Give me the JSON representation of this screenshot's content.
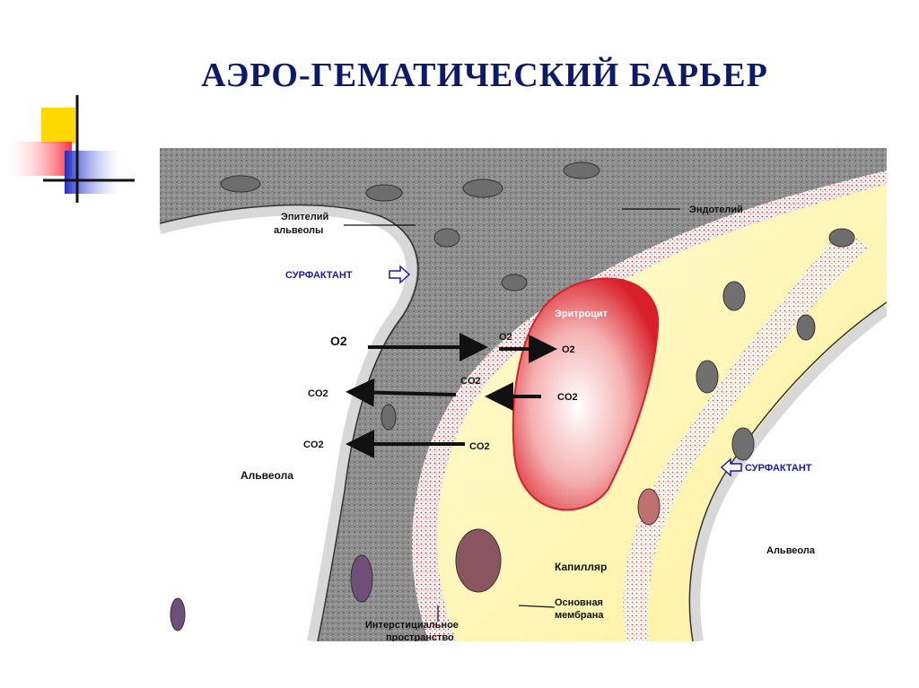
{
  "title": "АЭРО-ГЕМАТИЧЕСКИЙ  БАРЬЕР",
  "colors": {
    "title": "#0b1a6b",
    "deco_yellow": "#ffd800",
    "deco_red": "#ff3040",
    "deco_blue": "#2030c8",
    "blood_red": "#d8202a",
    "plasma_yellow": "#fff8b0",
    "tissue_grey": "#8f8f8f",
    "surfactant_blue": "#1a1aa8"
  },
  "labels": {
    "epithelium_line1": "Эпителий",
    "epithelium_line2": "альвеолы",
    "endothelium": "Эндотелий",
    "surfactant_left": "СУРФАКТАНТ",
    "surfactant_right": "СУРФАКТАНТ",
    "erythrocyte": "Эритроцит",
    "o2_alveolus": "O2",
    "o2_plasma": "O2",
    "o2_erythrocyte": "O2",
    "co2_erythrocyte": "CO2",
    "co2_plasma_1": "CO2",
    "co2_alveolus_1": "CO2",
    "co2_plasma_2": "CO2",
    "co2_alveolus_2": "CO2",
    "alveolus_left": "Альвеола",
    "alveolus_right": "Альвеола",
    "capillary": "Капилляр",
    "basement_line1": "Основная",
    "basement_line2": "мембрана",
    "interstitial_line1": "Интерстициальное",
    "interstitial_line2": "пространство"
  }
}
